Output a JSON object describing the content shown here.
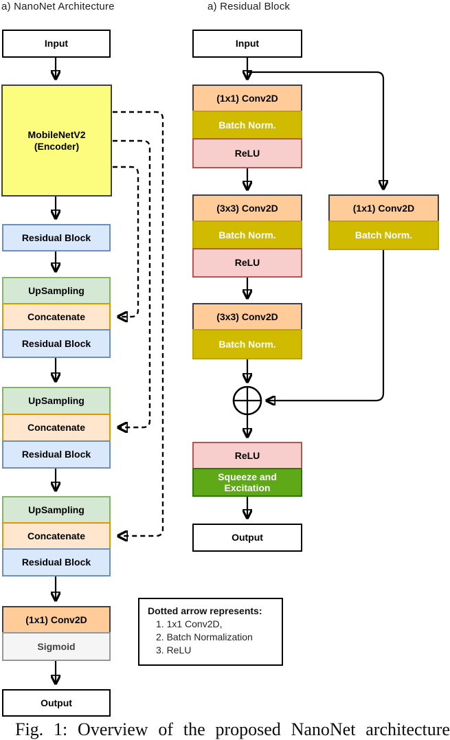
{
  "titles": {
    "left": "a) NanoNet Architecture",
    "right": "a) Residual Block"
  },
  "nanonet": {
    "input": "Input",
    "encoder": {
      "line1": "MobileNetV2",
      "line2": "(Encoder)"
    },
    "residual_first": "Residual Block",
    "stages": [
      {
        "upsampling": "UpSampling",
        "concatenate": "Concatenate",
        "residual": "Residual Block"
      },
      {
        "upsampling": "UpSampling",
        "concatenate": "Concatenate",
        "residual": "Residual Block"
      },
      {
        "upsampling": "UpSampling",
        "concatenate": "Concatenate",
        "residual": "Residual Block"
      }
    ],
    "final_conv": "(1x1) Conv2D",
    "activation": "Sigmoid",
    "output": "Output"
  },
  "residual_block": {
    "input": "Input",
    "block1": {
      "conv": "(1x1) Conv2D",
      "bn": "Batch Norm.",
      "relu": "ReLU"
    },
    "block2": {
      "conv": "(3x3) Conv2D",
      "bn": "Batch Norm.",
      "relu": "ReLU"
    },
    "block3": {
      "conv": "(3x3) Conv2D",
      "bn": "Batch Norm."
    },
    "shortcut": {
      "conv": "(1x1) Conv2D",
      "bn": "Batch Norm."
    },
    "post": {
      "relu": "ReLU",
      "se_line1": "Squeeze and",
      "se_line2": "Excitation"
    },
    "output": "Output"
  },
  "legend": {
    "title": "Dotted arrow represents:",
    "items": [
      "1. 1x1 Conv2D,",
      "2. Batch Normalization",
      "3. ReLU"
    ]
  },
  "caption": "Fig. 1: Overview of the proposed NanoNet architecture",
  "colors": {
    "line": "#000000",
    "io_stroke": "#000000",
    "encoder_fill": "#FCFC7F",
    "encoder_stroke": "#3F3F3F",
    "res_fill": "#DAE8FC",
    "res_stroke": "#6C8EBF",
    "up_fill": "#D5E8D4",
    "up_stroke": "#82B366",
    "concat_fill": "#FFE6CC",
    "concat_stroke": "#D79B00",
    "conv_fill": "#FFCC99",
    "conv_stroke": "#3F3F3F",
    "bn_fill": "#D1BB00",
    "bn_stroke": "#BCA300",
    "relu_fill": "#F8CECC",
    "relu_stroke": "#B85450",
    "se_fill": "#5FA818",
    "se_stroke": "#2D7600",
    "sigmoid_fill": "#F5F5F5",
    "sigmoid_stroke": "#969696"
  }
}
